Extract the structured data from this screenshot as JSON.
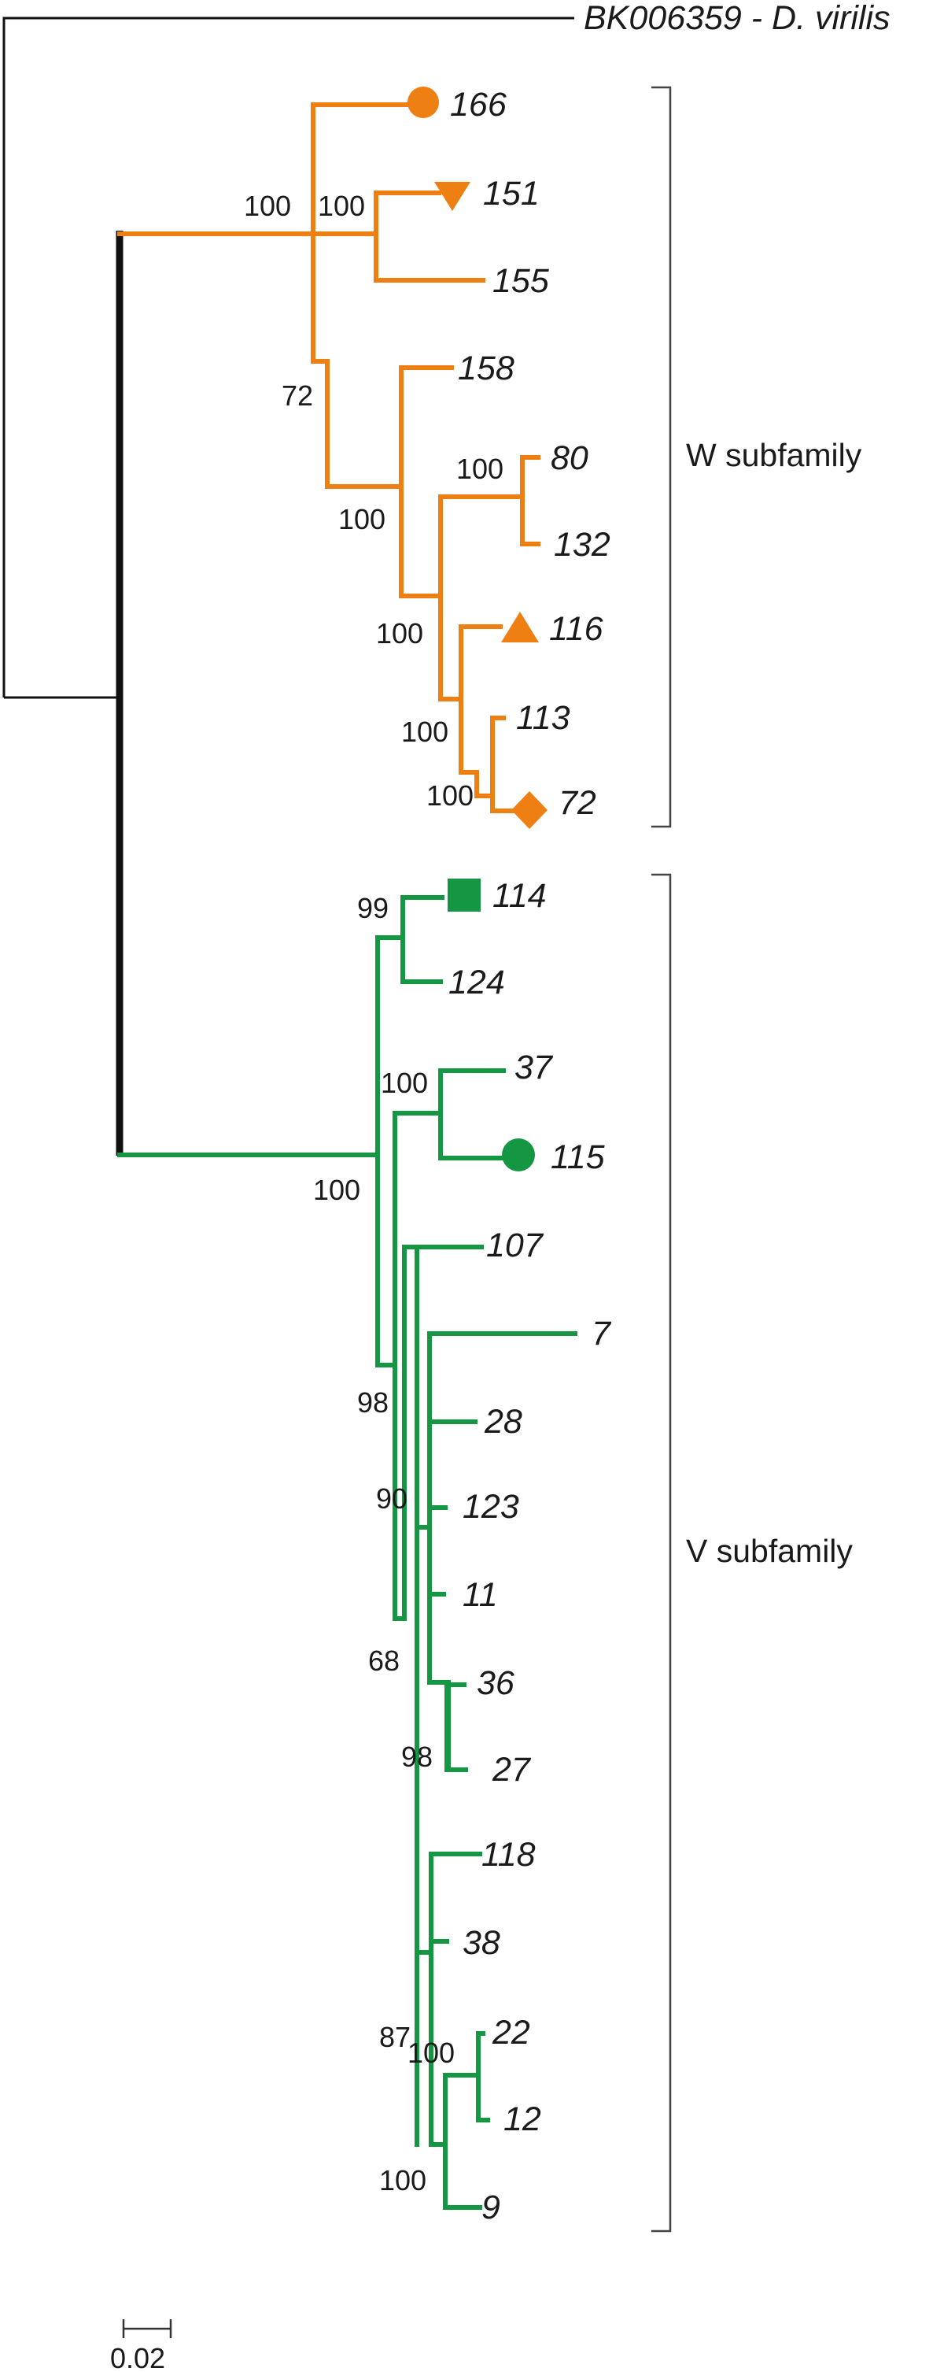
{
  "outgroup_label": "BK006359 - D. virilis",
  "colors": {
    "w_branch": "#EE7F13",
    "v_branch": "#159643",
    "root_branch": "#111111",
    "text": "#1a1a1a"
  },
  "groups": [
    {
      "id": "w",
      "label": "W subfamily"
    },
    {
      "id": "v",
      "label": "V subfamily"
    }
  ],
  "w_tips": [
    {
      "label": "166",
      "marker": "circle"
    },
    {
      "label": "151",
      "marker": "triangle-down"
    },
    {
      "label": "155",
      "marker": ""
    },
    {
      "label": "158",
      "marker": ""
    },
    {
      "label": "80",
      "marker": ""
    },
    {
      "label": "132",
      "marker": ""
    },
    {
      "label": "116",
      "marker": "triangle-up"
    },
    {
      "label": "113",
      "marker": ""
    },
    {
      "label": "72",
      "marker": "diamond"
    }
  ],
  "v_tips": [
    {
      "label": "114",
      "marker": "square"
    },
    {
      "label": "124",
      "marker": ""
    },
    {
      "label": "37",
      "marker": ""
    },
    {
      "label": "115",
      "marker": "circle"
    },
    {
      "label": "107",
      "marker": ""
    },
    {
      "label": "7",
      "marker": ""
    },
    {
      "label": "28",
      "marker": ""
    },
    {
      "label": "123",
      "marker": ""
    },
    {
      "label": "11",
      "marker": ""
    },
    {
      "label": "36",
      "marker": ""
    },
    {
      "label": "27",
      "marker": ""
    },
    {
      "label": "118",
      "marker": ""
    },
    {
      "label": "38",
      "marker": ""
    },
    {
      "label": "22",
      "marker": ""
    },
    {
      "label": "12",
      "marker": ""
    },
    {
      "label": "9",
      "marker": ""
    }
  ],
  "support_values": {
    "w_crown": "100",
    "w_151_155": "100",
    "w_rest": "72",
    "w_158_clade": "100",
    "w_80_132": "100",
    "w_116_clade": "100",
    "w_113_72_clade": "100",
    "w_113_72": "100",
    "v_114_124": "99",
    "v_37_115": "100",
    "v_crown": "100",
    "v_a": "98",
    "v_b": "90",
    "v_c": "68",
    "v_36_27": "98",
    "v_d": "87",
    "v_22_12": "100",
    "v_e": "100"
  },
  "scale_bar": {
    "label": "0.02"
  }
}
